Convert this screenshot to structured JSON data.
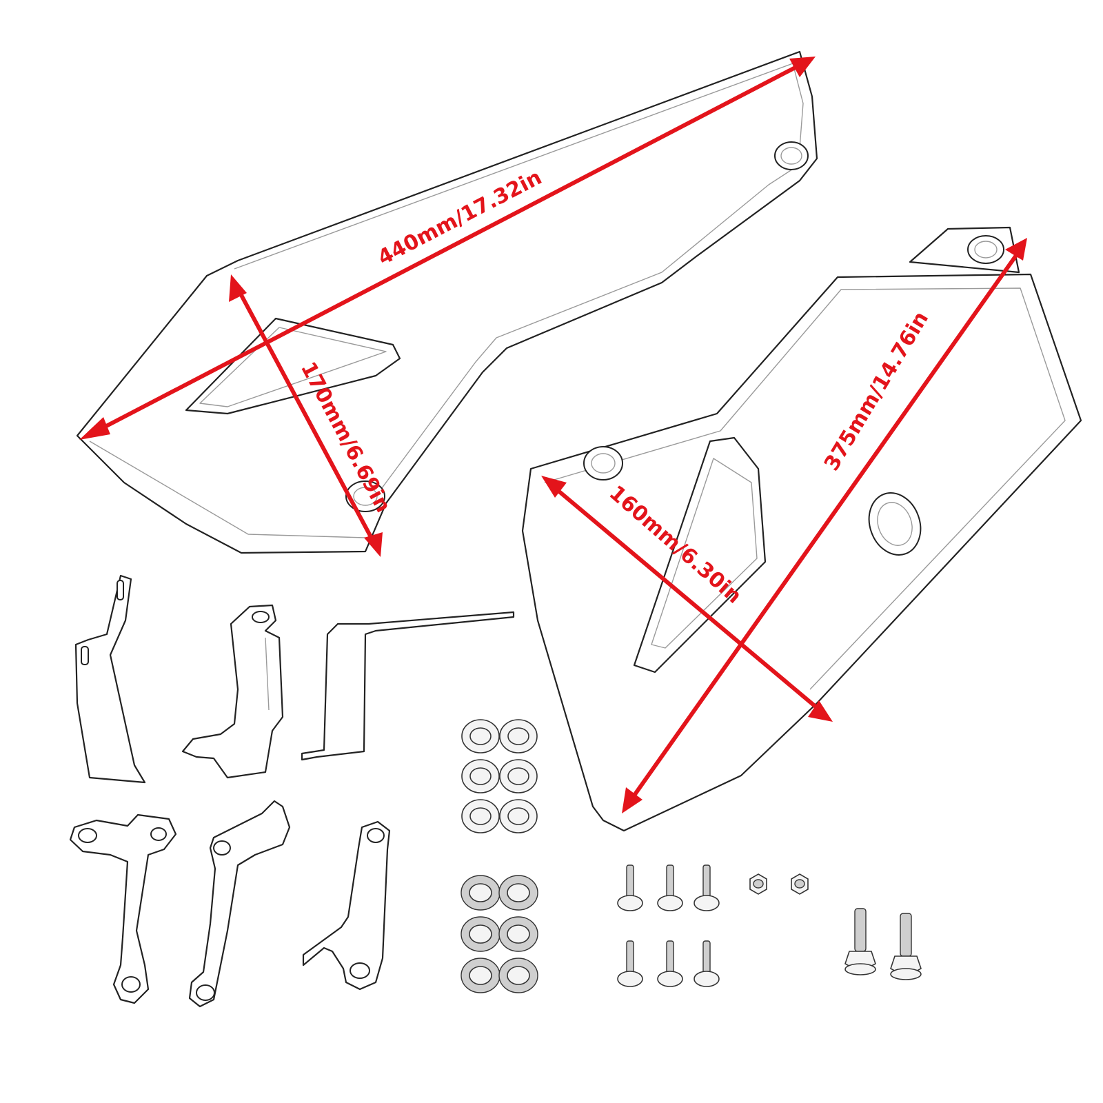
{
  "dimensions": [
    {
      "id": "length-left",
      "label": "440mm/17.32in"
    },
    {
      "id": "width-left",
      "label": "170mm/6.69in"
    },
    {
      "id": "length-right",
      "label": "375mm/14.76in"
    },
    {
      "id": "width-right",
      "label": "160mm/6.30in"
    }
  ],
  "colors": {
    "dimension": "#e3141b",
    "outline": "#222222",
    "background": "#ffffff"
  }
}
